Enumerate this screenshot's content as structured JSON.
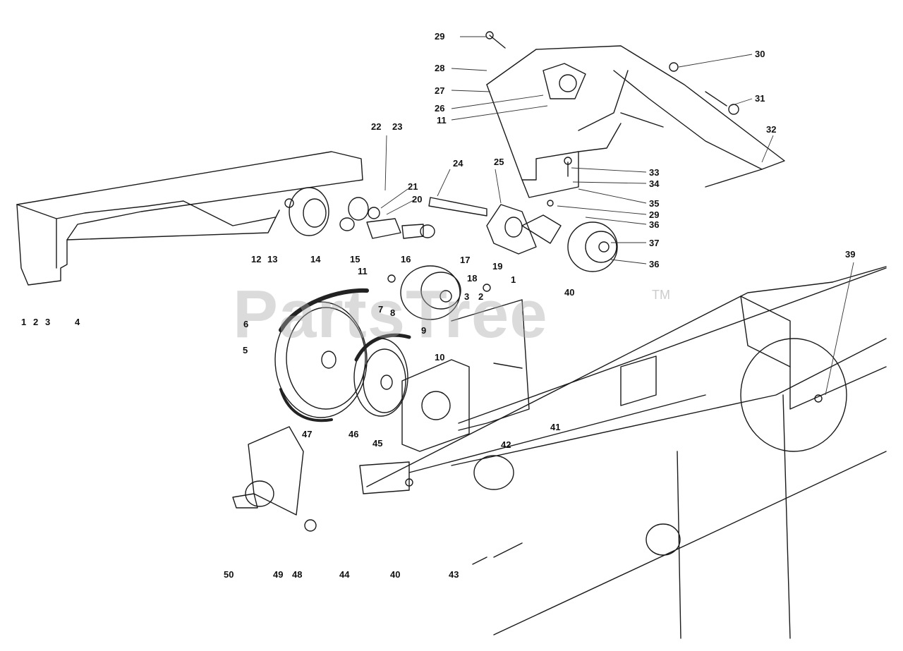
{
  "watermark": {
    "brand": "PartsTree",
    "trademark": "TM"
  },
  "callouts": [
    {
      "id": "c29a",
      "text": "29"
    },
    {
      "id": "c28",
      "text": "28"
    },
    {
      "id": "c27",
      "text": "27"
    },
    {
      "id": "c26",
      "text": "26"
    },
    {
      "id": "c11a",
      "text": "11"
    },
    {
      "id": "c30",
      "text": "30"
    },
    {
      "id": "c31",
      "text": "31"
    },
    {
      "id": "c32",
      "text": "32"
    },
    {
      "id": "c33",
      "text": "33"
    },
    {
      "id": "c34",
      "text": "34"
    },
    {
      "id": "c35",
      "text": "35"
    },
    {
      "id": "c29b",
      "text": "29"
    },
    {
      "id": "c36a",
      "text": "36"
    },
    {
      "id": "c37",
      "text": "37"
    },
    {
      "id": "c36b",
      "text": "36"
    },
    {
      "id": "c22",
      "text": "22"
    },
    {
      "id": "c23",
      "text": "23"
    },
    {
      "id": "c24",
      "text": "24"
    },
    {
      "id": "c25",
      "text": "25"
    },
    {
      "id": "c21",
      "text": "21"
    },
    {
      "id": "c20",
      "text": "20"
    },
    {
      "id": "c12",
      "text": "12"
    },
    {
      "id": "c13",
      "text": "13"
    },
    {
      "id": "c14",
      "text": "14"
    },
    {
      "id": "c15",
      "text": "15"
    },
    {
      "id": "c16",
      "text": "16"
    },
    {
      "id": "c17",
      "text": "17"
    },
    {
      "id": "c11b",
      "text": "11"
    },
    {
      "id": "c18",
      "text": "18"
    },
    {
      "id": "c19",
      "text": "19"
    },
    {
      "id": "c1a",
      "text": "1"
    },
    {
      "id": "c2a",
      "text": "2"
    },
    {
      "id": "c3a",
      "text": "3"
    },
    {
      "id": "c40a",
      "text": "40"
    },
    {
      "id": "c39",
      "text": "39"
    },
    {
      "id": "c1b",
      "text": "1"
    },
    {
      "id": "c2b",
      "text": "2"
    },
    {
      "id": "c3b",
      "text": "3"
    },
    {
      "id": "c4",
      "text": "4"
    },
    {
      "id": "c6",
      "text": "6"
    },
    {
      "id": "c7",
      "text": "7"
    },
    {
      "id": "c8",
      "text": "8"
    },
    {
      "id": "c9",
      "text": "9"
    },
    {
      "id": "c5",
      "text": "5"
    },
    {
      "id": "c10",
      "text": "10"
    },
    {
      "id": "c47",
      "text": "47"
    },
    {
      "id": "c46",
      "text": "46"
    },
    {
      "id": "c45",
      "text": "45"
    },
    {
      "id": "c41",
      "text": "41"
    },
    {
      "id": "c42",
      "text": "42"
    },
    {
      "id": "c50",
      "text": "50"
    },
    {
      "id": "c49",
      "text": "49"
    },
    {
      "id": "c48",
      "text": "48"
    },
    {
      "id": "c44",
      "text": "44"
    },
    {
      "id": "c40b",
      "text": "40"
    },
    {
      "id": "c43",
      "text": "43"
    }
  ]
}
